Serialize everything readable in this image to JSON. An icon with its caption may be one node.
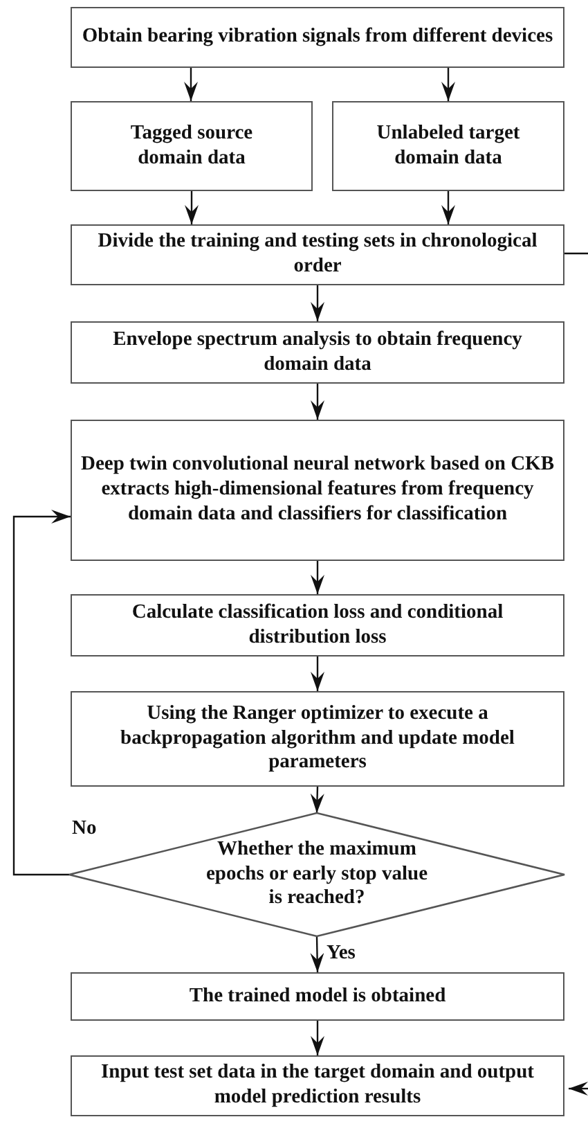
{
  "diagram": {
    "nodes": [
      {
        "text": [
          "Obtain bearing vibration signals from different devices"
        ]
      },
      {
        "text": [
          "Tagged source domain data"
        ]
      },
      {
        "text": [
          "Unlabeled target domain data"
        ]
      },
      {
        "text": [
          "Divide the training and testing sets in chronological order"
        ]
      },
      {
        "text": [
          "Envelope spectrum analysis to obtain frequency domain data"
        ]
      },
      {
        "text": [
          "Deep twin convolutional neural network based on CKB extracts high-dimensional features from frequency domain data and classifiers for classification"
        ]
      },
      {
        "text": [
          "Calculate classification loss and conditional distribution loss"
        ]
      },
      {
        "text": [
          "Using the Ranger optimizer to execute a backpropagation algorithm and update model parameters"
        ]
      },
      {
        "text": [
          "Whether the maximum epochs or early stop value is reached?"
        ]
      },
      {
        "text": [
          "The trained model is obtained"
        ]
      },
      {
        "text": [
          "Input test set data in the target domain and output model prediction results"
        ]
      }
    ],
    "edges": [
      {
        "from": 0,
        "to": 1,
        "arrow": "to"
      },
      {
        "from": 0,
        "to": 2,
        "arrow": "to"
      },
      {
        "from": 1,
        "to": 3,
        "arrow": "to"
      },
      {
        "from": 2,
        "to": 3,
        "arrow": "to"
      },
      {
        "from": 3,
        "to": null,
        "arrow": "none"
      },
      {
        "from": 3,
        "to": 4,
        "arrow": "to"
      },
      {
        "from": 4,
        "to": 5,
        "arrow": "to"
      },
      {
        "from": 5,
        "to": 6,
        "arrow": "to"
      },
      {
        "from": 6,
        "to": 7,
        "arrow": "to"
      },
      {
        "from": 7,
        "to": 8,
        "arrow": "to"
      },
      {
        "from": 8,
        "to": 5,
        "arrow": "to",
        "label": "No"
      },
      {
        "from": 8,
        "to": 9,
        "arrow": "to",
        "label": "Yes"
      },
      {
        "from": 9,
        "to": 10,
        "arrow": "to"
      },
      {
        "from": null,
        "to": 10,
        "arrow": "to"
      }
    ]
  }
}
